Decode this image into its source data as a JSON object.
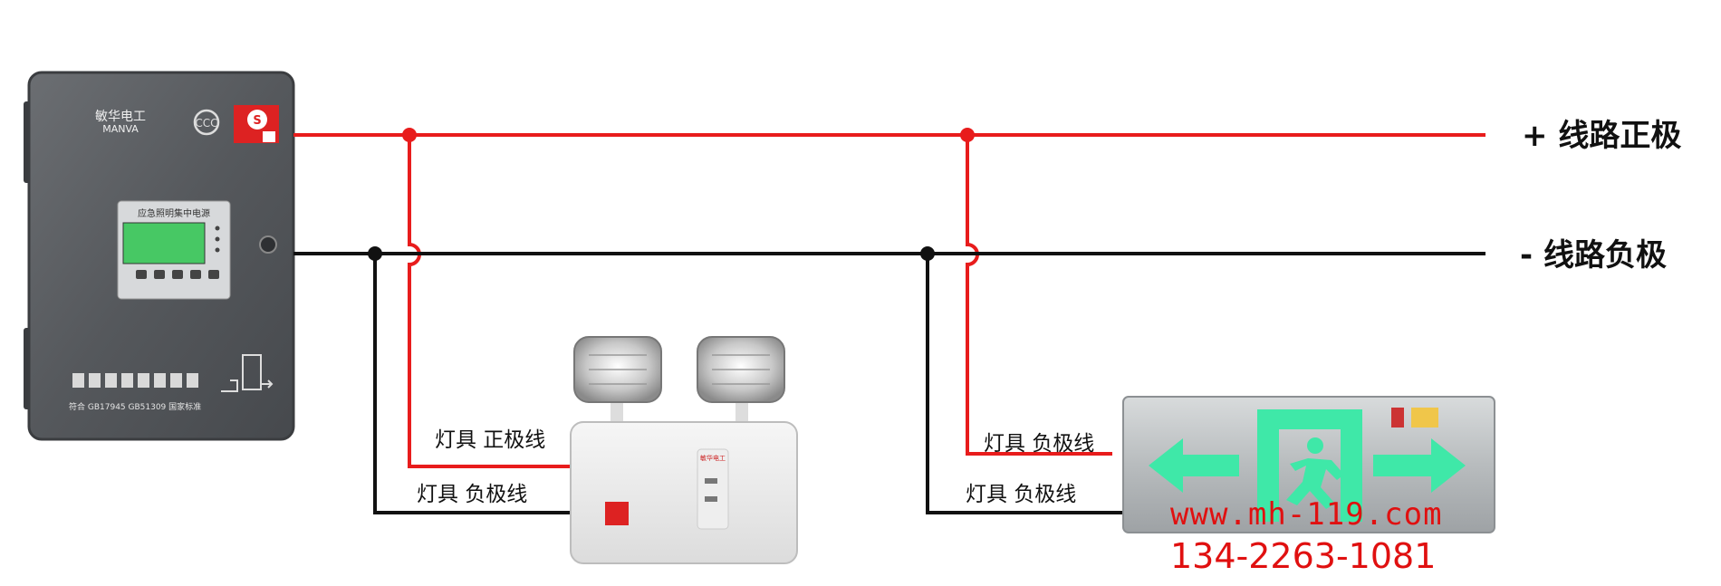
{
  "rails": {
    "positive_label": "+ 线路正极",
    "negative_label": "- 线路负极"
  },
  "controller": {
    "brand_cn": "敏华电工",
    "brand_en": "MANVA",
    "panel_title": "应急照明集中电源",
    "standard_text": "符合 GB17945  GB51309 国家标准"
  },
  "lamp_fixture": {
    "positive_wire_label": "灯具 正极线",
    "negative_wire_label": "灯具 负极线",
    "badge_text": "敏华电工"
  },
  "exit_sign": {
    "negative_wire_label_1": "灯具 负极线",
    "negative_wire_label_2": "灯具 负极线"
  },
  "watermark": {
    "url": "www.mh-119.com",
    "phone": "134-2263-1081"
  },
  "colors": {
    "positive": "#e81c1c",
    "negative": "#111111",
    "exit_green": "#3fe8a8",
    "watermark": "#e01010"
  }
}
